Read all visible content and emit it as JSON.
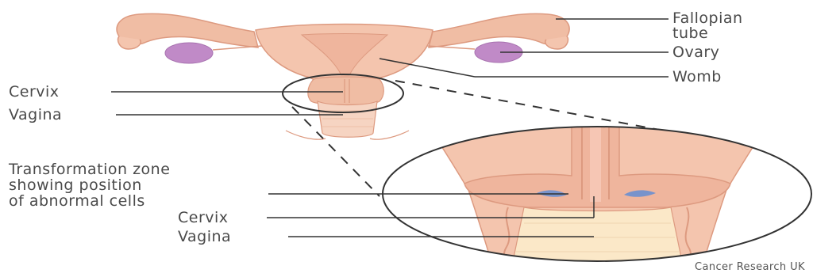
{
  "colors": {
    "tissue_outer": "#f4c5ae",
    "tissue_mid": "#efb59d",
    "tissue_inner": "#f6d4c2",
    "tissue_line": "#dd9a80",
    "ovary": "#c08ac7",
    "abnormal_cells": "#6a8fd0",
    "leader_line": "#333333",
    "vaginal_canal": "#fbe8c8"
  },
  "labels": {
    "fallopian_tube": "Fallopian\ntube",
    "ovary": "Ovary",
    "womb": "Womb",
    "cervix_top": "Cervix",
    "vagina_top": "Vagina",
    "transformation_zone": "Transformation zone\nshowing position\nof abnormal cells",
    "cervix_bottom": "Cervix",
    "vagina_bottom": "Vagina"
  },
  "credit": "Cancer Research UK"
}
